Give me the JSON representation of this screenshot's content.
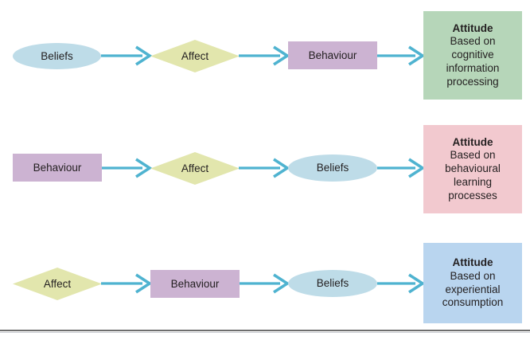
{
  "figure": {
    "type": "flow-diagram",
    "background": "#ffffff",
    "arrow_color": "#4fb3d0",
    "text_color": "#231f20",
    "divider_color": "#6e6e6e",
    "node_styles": {
      "ellipse_fill": "#bedce8",
      "diamond_fill": "#e2e6ad",
      "rect_fill": "#ccb3d2"
    },
    "rows": [
      {
        "id": "cognitive-hierarchy",
        "nodes": [
          {
            "shape": "ellipse",
            "label": "Beliefs"
          },
          {
            "shape": "diamond",
            "label": "Affect"
          },
          {
            "shape": "rect",
            "label": "Behaviour"
          }
        ],
        "outcome": {
          "title": "Attitude",
          "description": "Based on\ncognitive\ninformation\nprocessing",
          "fill": "#b6d6b9"
        }
      },
      {
        "id": "low-involvement-hierarchy",
        "nodes": [
          {
            "shape": "rect",
            "label": "Behaviour"
          },
          {
            "shape": "diamond",
            "label": "Affect"
          },
          {
            "shape": "ellipse",
            "label": "Beliefs"
          }
        ],
        "outcome": {
          "title": "Attitude",
          "description": "Based on\nbehavioural\nlearning\nprocesses",
          "fill": "#f2c9cf"
        }
      },
      {
        "id": "experiential-hierarchy",
        "nodes": [
          {
            "shape": "diamond",
            "label": "Affect"
          },
          {
            "shape": "rect",
            "label": "Behaviour"
          },
          {
            "shape": "ellipse",
            "label": "Beliefs"
          }
        ],
        "outcome": {
          "title": "Attitude",
          "description": "Based on\nexperiential\nconsumption",
          "fill": "#b9d5ef"
        }
      }
    ]
  }
}
